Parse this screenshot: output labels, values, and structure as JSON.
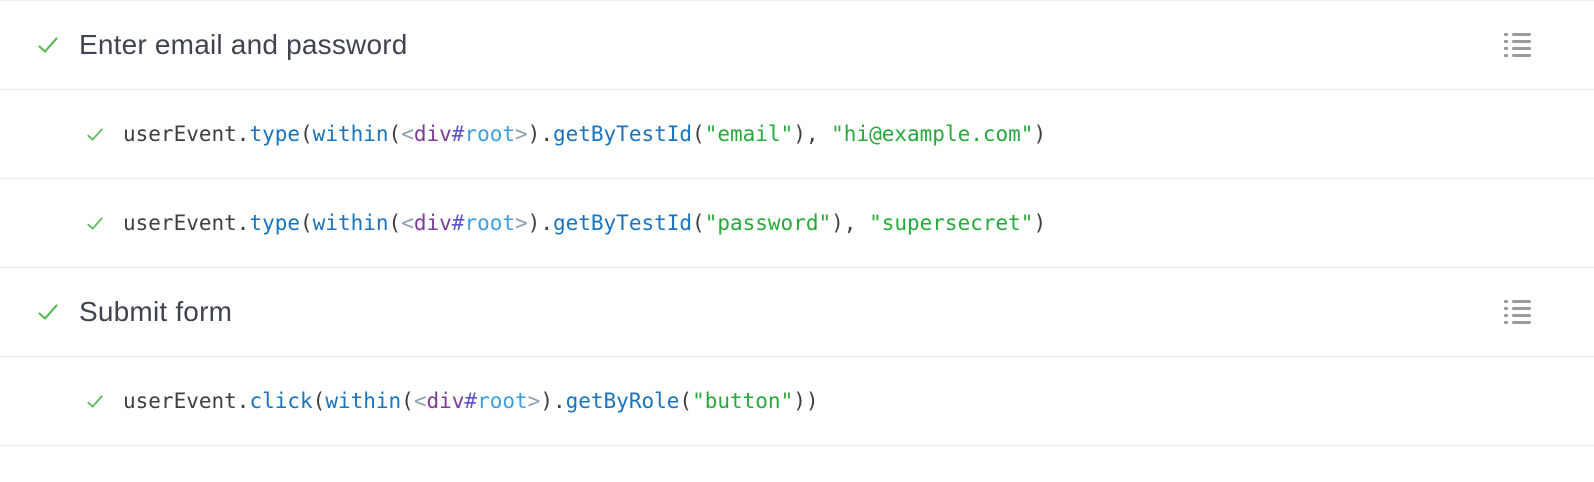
{
  "colors": {
    "border": "#e9e9e9",
    "check": "#58b957",
    "heading": "#3f4450",
    "code_default": "#3c4043",
    "fn": "#1a73bc",
    "str": "#28a93c",
    "tag": "#7d3c98",
    "hash": "#5d55c8",
    "id": "#3d9fe0",
    "bracket": "#8ca0b4",
    "icon": "#9b9b9b"
  },
  "icons": {
    "status": "check-icon",
    "step_menu": "list-icon"
  },
  "steps": [
    {
      "type": "step",
      "status": "passed",
      "label": "Enter email and password"
    },
    {
      "type": "command",
      "status": "passed",
      "tokens": [
        "userEvent.",
        "type",
        "(",
        "within",
        "(",
        "<",
        "div",
        "#",
        "root",
        ">",
        ").",
        "getByTestId",
        "(",
        "\"email\"",
        "), ",
        "\"hi@example.com\"",
        ")"
      ]
    },
    {
      "type": "command",
      "status": "passed",
      "tokens": [
        "userEvent.",
        "type",
        "(",
        "within",
        "(",
        "<",
        "div",
        "#",
        "root",
        ">",
        ").",
        "getByTestId",
        "(",
        "\"password\"",
        "), ",
        "\"supersecret\"",
        ")"
      ]
    },
    {
      "type": "step",
      "status": "passed",
      "label": "Submit form"
    },
    {
      "type": "command",
      "status": "passed",
      "tokens": [
        "userEvent.",
        "click",
        "(",
        "within",
        "(",
        "<",
        "div",
        "#",
        "root",
        ">",
        ").",
        "getByRole",
        "(",
        "\"button\"",
        "))"
      ]
    }
  ]
}
